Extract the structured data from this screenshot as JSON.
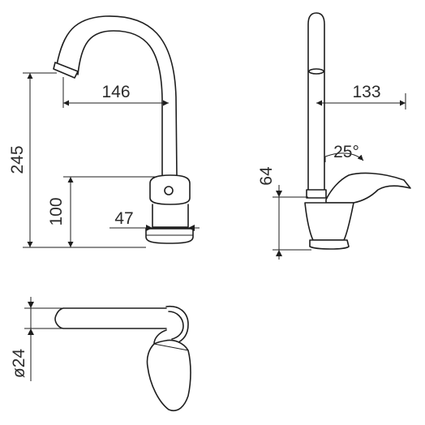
{
  "dimensions": {
    "spout_reach": "146",
    "total_height": "245",
    "body_height": "100",
    "base_width": "47",
    "side_reach": "133",
    "lever_angle": "25°",
    "side_body_height": "64",
    "diameter": "ø24"
  }
}
